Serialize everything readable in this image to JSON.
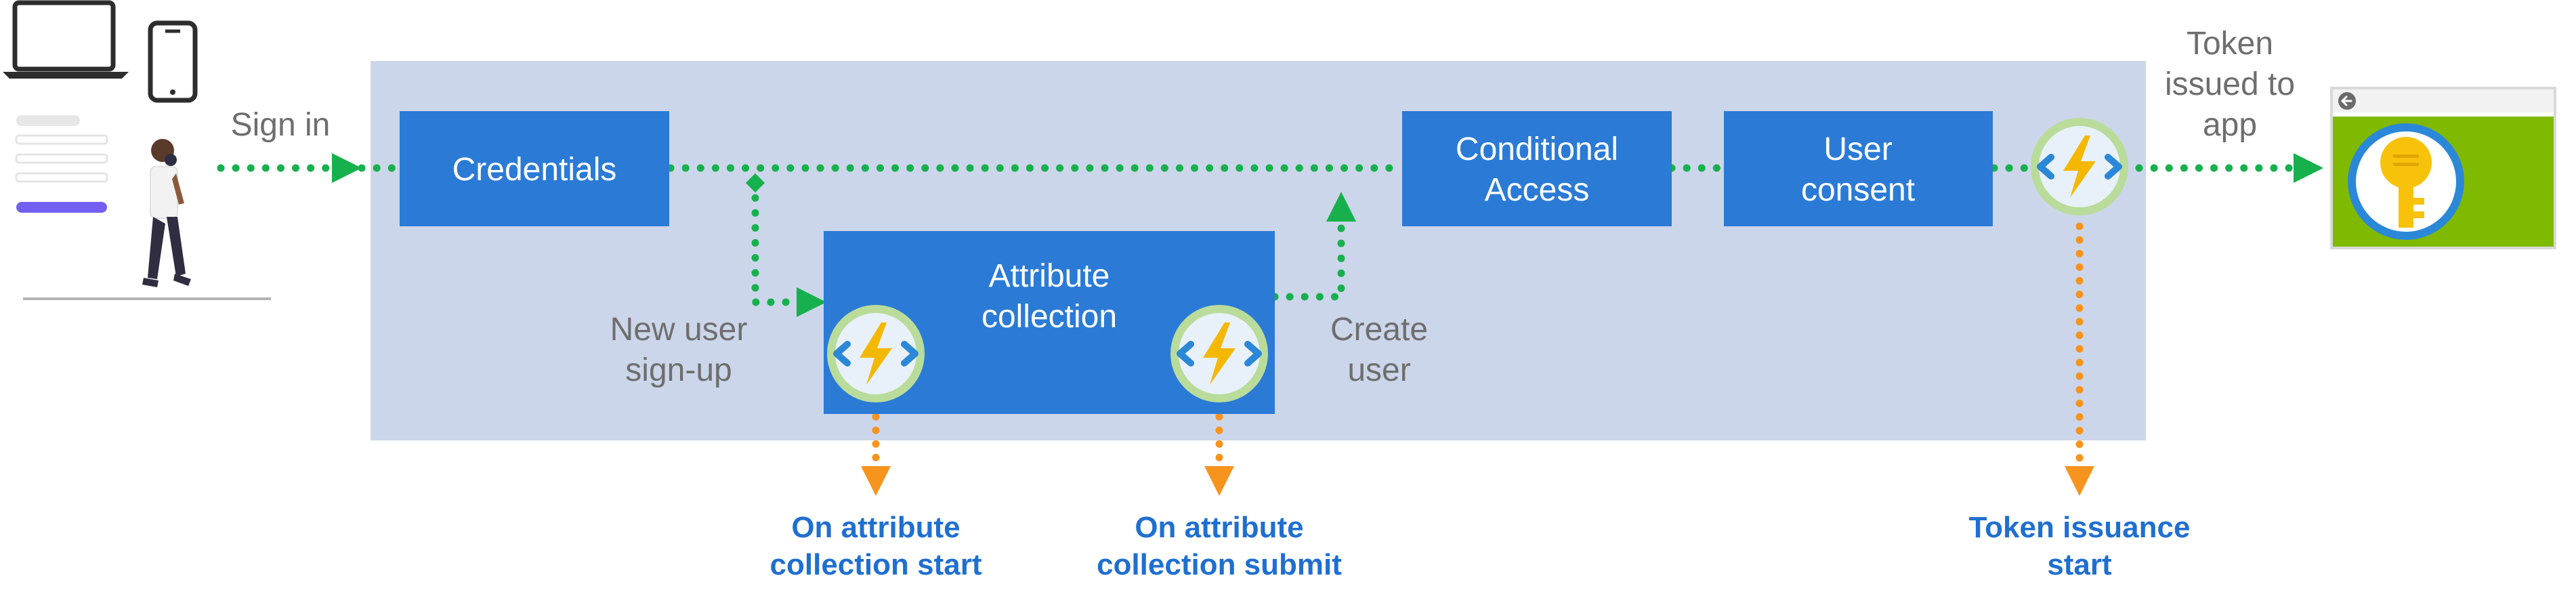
{
  "labels": {
    "sign_in": "Sign in",
    "new_user_line1": "New user",
    "new_user_line2": "sign-up",
    "create_user_line1": "Create",
    "create_user_line2": "user",
    "token_issued_line1": "Token",
    "token_issued_line2": "issued to",
    "token_issued_line3": "app"
  },
  "boxes": {
    "credentials": "Credentials",
    "attribute_collection_line1": "Attribute",
    "attribute_collection_line2": "collection",
    "conditional_access_line1": "Conditional",
    "conditional_access_line2": "Access",
    "user_consent_line1": "User",
    "user_consent_line2": "consent"
  },
  "events": {
    "on_attr_start_line1": "On attribute",
    "on_attr_start_line2": "collection start",
    "on_attr_submit_line1": "On attribute",
    "on_attr_submit_line2": "collection submit",
    "token_issuance_line1": "Token issuance",
    "token_issuance_line2": "start"
  },
  "colors": {
    "panel": "#ccd6ea",
    "box": "#2b7bd6",
    "box_text": "#ffffff",
    "flow_green": "#16b14c",
    "event_orange": "#f7941d",
    "event_text": "#1f6fd1",
    "gray_text": "#6e6e6e",
    "function_ring": "#b9dc9a",
    "function_bolt": "#f5b800",
    "function_brackets": "#2b88d8",
    "app_green": "#7fba00",
    "key_yellow": "#f8c20a"
  },
  "icons": {
    "laptop": "laptop-icon",
    "phone": "phone-icon",
    "signin_form": "sign-in-form-icon",
    "person": "person-icon",
    "azure_function": "azure-function-icon",
    "app_key": "app-key-icon"
  }
}
